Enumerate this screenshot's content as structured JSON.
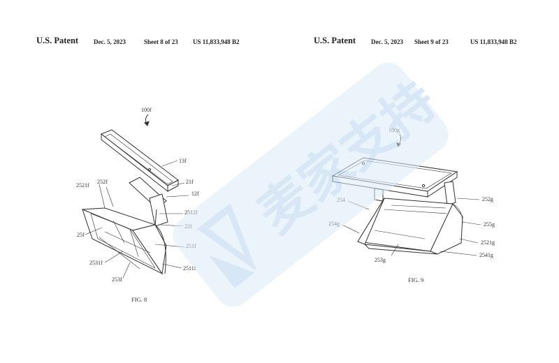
{
  "left_sheet": {
    "header": {
      "title": "U.S. Patent",
      "date": "Dec. 5, 2023",
      "sheet": "Sheet 8 of 23",
      "patent_no": "US 11,833,948 B2"
    },
    "labels": {
      "ref_main": "100f",
      "r13f": "13f",
      "r21f": "21f",
      "r12f": "12f",
      "r2521f": "2521f",
      "r252f": "252f",
      "r2512f": "2512f",
      "r22f": "22f",
      "r25f": "25f",
      "r251f": "251f",
      "r2531f": "2531f",
      "r2511f": "2511f",
      "r253f": "253f"
    },
    "figure_caption": "FIG. 8"
  },
  "right_sheet": {
    "header": {
      "title": "U.S. Patent",
      "date": "Dec. 5, 2023",
      "sheet": "Sheet 9 of 23",
      "patent_no": "US 11,833,948 B2"
    },
    "labels": {
      "ref_main": "100g",
      "r254": "254",
      "r252g": "252g",
      "r254g": "254g",
      "r255g": "255g",
      "r2521g": "2521g",
      "r253g": "253g",
      "r2541g": "2541g"
    },
    "figure_caption": "FIG. 9"
  },
  "watermark": {
    "text": "麦家支持",
    "color": "#cfe1f5"
  }
}
